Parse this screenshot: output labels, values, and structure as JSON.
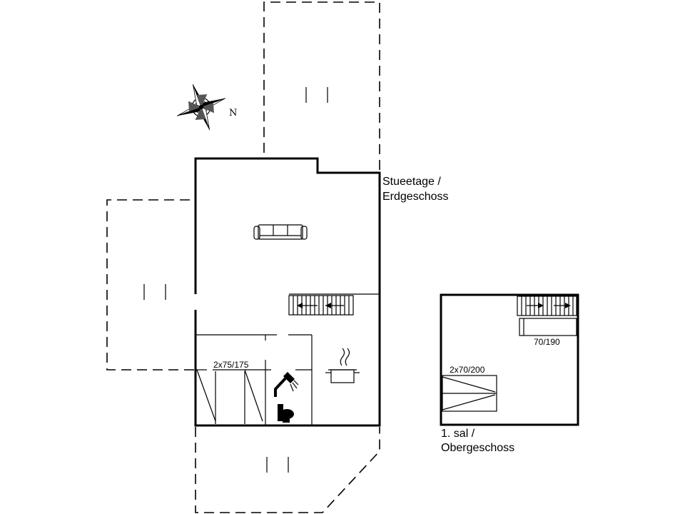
{
  "compass": {
    "north_label": "N"
  },
  "floors": {
    "ground": {
      "label_line1": "Stueetage /",
      "label_line2": "Erdgeschoss"
    },
    "upper": {
      "label_line1": "1. sal /",
      "label_line2": "Obergeschoss"
    }
  },
  "beds": {
    "ground_twin": "2x75/175",
    "upper_twin": "2x70/200",
    "upper_single": "70/190"
  }
}
